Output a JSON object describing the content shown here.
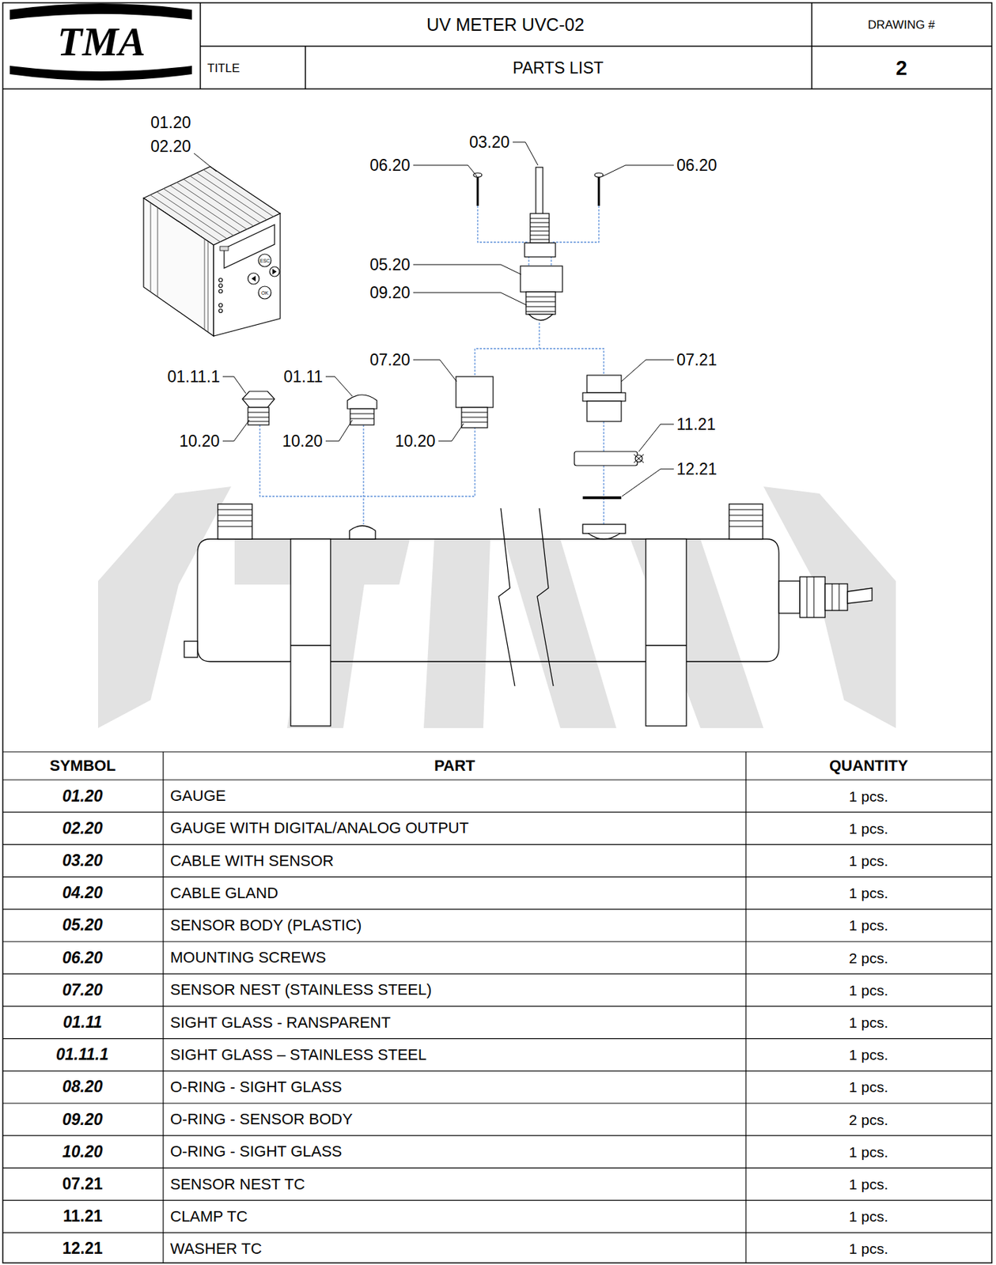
{
  "diagram": {
    "title": "UV METER UVC-02",
    "labels": [
      "TMA",
      "DRAWING #",
      "TITLE",
      "PARTS LIST",
      "2",
      "01.20",
      "02.20",
      "03.20",
      "06.20",
      "06.20",
      "05.20",
      "09.20",
      "07.20",
      "07.21",
      "01.11.1",
      "01.11",
      "10.20",
      "10.20",
      "10.20",
      "11.21",
      "12.21",
      "ESC",
      "OK",
      "SYMBOL",
      "PART",
      "QUANTITY",
      "01.20",
      "GAUGE",
      "1 pcs.",
      "02.20",
      "GAUGE WITH DIGITAL/ANALOG OUTPUT",
      "1 pcs.",
      "03.20",
      "CABLE WITH SENSOR",
      "1 pcs.",
      "04.20",
      "CABLE GLAND",
      "1 pcs.",
      "05.20",
      "SENSOR BODY (PLASTIC)",
      "1 pcs.",
      "06.20",
      "MOUNTING SCREWS",
      "2 pcs.",
      "07.20",
      "SENSOR NEST (STAINLESS STEEL)",
      "1 pcs.",
      "01.11",
      "SIGHT GLASS - RANSPARENT",
      "1 pcs.",
      "01.11.1",
      "SIGHT GLASS – STAINLESS STEEL",
      "1 pcs.",
      "08.20",
      "O-RING - SIGHT GLASS",
      "1 pcs.",
      "09.20",
      "O-RING - SENSOR BODY",
      "2 pcs.",
      "10.20",
      "O-RING - SIGHT GLASS",
      "1 pcs.",
      "07.21",
      "SENSOR NEST TC",
      "1 pcs.",
      "11.21",
      "CLAMP TC",
      "1 pcs.",
      "12.21",
      "WASHER TC",
      "1 pcs."
    ]
  }
}
